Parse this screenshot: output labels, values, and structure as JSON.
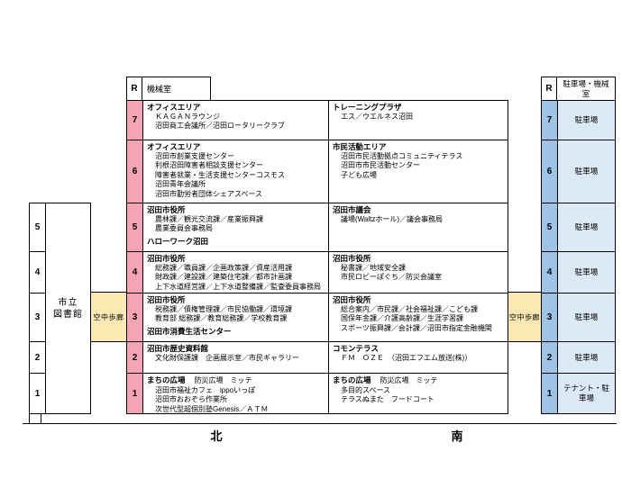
{
  "direction": {
    "north": "北",
    "south": "南"
  },
  "colors": {
    "floor_number_pink": "#f5a3b5",
    "parking_number_blue": "#9dc3e6",
    "parking_cell_blue": "#dce9f6",
    "walkway_yellow": "#fce9b2",
    "line_black": "#000000"
  },
  "roof": {
    "num": "R",
    "label": "機械室"
  },
  "left_wing": {
    "name_line1": "市立",
    "name_line2": "図書館",
    "walkway": "空中歩廊",
    "floors": [
      "5",
      "4",
      "3",
      "2",
      "1"
    ]
  },
  "right_wing": {
    "roof_num": "R",
    "roof_label": "駐車場・機械室",
    "walkway": "空中歩廊",
    "floors": [
      {
        "num": "7",
        "label": "駐車場"
      },
      {
        "num": "6",
        "label": "駐車場"
      },
      {
        "num": "5",
        "label": "駐車場"
      },
      {
        "num": "4",
        "label": "駐車場"
      },
      {
        "num": "3",
        "label": "駐車場"
      },
      {
        "num": "2",
        "label": "駐車場"
      },
      {
        "num": "1",
        "label": "テナント・駐車場"
      }
    ]
  },
  "floors": {
    "f7": {
      "num": "7",
      "north": {
        "h": "オフィスエリア",
        "l1": "ＫＡＧＡＮラウンジ",
        "l2": "沼田商工会議所／沼田ロータリークラブ"
      },
      "south": {
        "h": "トレーニングプラザ",
        "l1": "エス／ウエルネス沼田"
      }
    },
    "f6": {
      "num": "6",
      "north": {
        "h": "オフィスエリア",
        "l1": "沼田市創業支援センター",
        "l2": "利根沼田障害者相談支援センター",
        "l3": "障害者就業・生活支援センターコスモス",
        "l4": "沼田青年会議所",
        "l5": "沼田市勤労者団体シェアスペース"
      },
      "south": {
        "h": "市民活動エリア",
        "l1": "沼田市民活動拠点コミュニティテラス",
        "l2": "沼田市市民活動センター",
        "l3": "子ども広場"
      }
    },
    "f5": {
      "num": "5",
      "north": {
        "h": "沼田市役所",
        "l1": "農林課／観光交流課／産業振興課",
        "l2": "農業委員会事務局",
        "h2": "ハローワーク沼田"
      },
      "south": {
        "h": "沼田市議会",
        "l1": "議場(Waltzホール)／議会事務局"
      }
    },
    "f4": {
      "num": "4",
      "north": {
        "h": "沼田市役所",
        "l1": "総務課／職員課／企画政策課／資産活用課",
        "l2": "財政課／建設課／建築住宅課／都市計画課",
        "l3": "上下水道経営課／上下水道整備課／監査委員事務局"
      },
      "south": {
        "h": "沼田市役所",
        "l1": "秘書課／地域安全課",
        "l2": "市民ロビーぽぐち／防災会議室"
      }
    },
    "f3": {
      "num": "3",
      "north": {
        "h": "沼田市役所",
        "l1": "税務課／債権管理課／市民協働課／環境課",
        "l2": "教育部 総務課／教育総務課／学校教育課",
        "h2": "沼田市消費生活センター"
      },
      "south": {
        "h": "沼田市役所",
        "l1": "総合案内／市民課／社会福祉課／こども課",
        "l2": "国保年金課／介護高齢課／生涯学習課",
        "l3": "スポーツ振興課／会計課／沼田市指定金融機関"
      }
    },
    "f2": {
      "num": "2",
      "north": {
        "h": "沼田市歴史資料館",
        "l1": "文化財保護課　企画展示室／市民ギャラリー"
      },
      "south": {
        "h": "コモンテラス",
        "l1": "ＦＭ　ＯＺＥ　（沼田エフエム放送(株)）"
      }
    },
    "f1": {
      "num": "1",
      "north": {
        "h": "まちの広場",
        "hx": "防災広場　ミッテ",
        "l1": "沼田市福祉カフェ　ippoいっぽ",
        "l2": "沼田市おおぞら作業所",
        "l3": "次世代型超個別塾Genesis／ＡＴＭ"
      },
      "south": {
        "h": "まちの広場",
        "hx": "防災広場　ミッテ",
        "l1": "多目的スペース",
        "l2": "テラスぬまた　フードコート"
      }
    }
  }
}
